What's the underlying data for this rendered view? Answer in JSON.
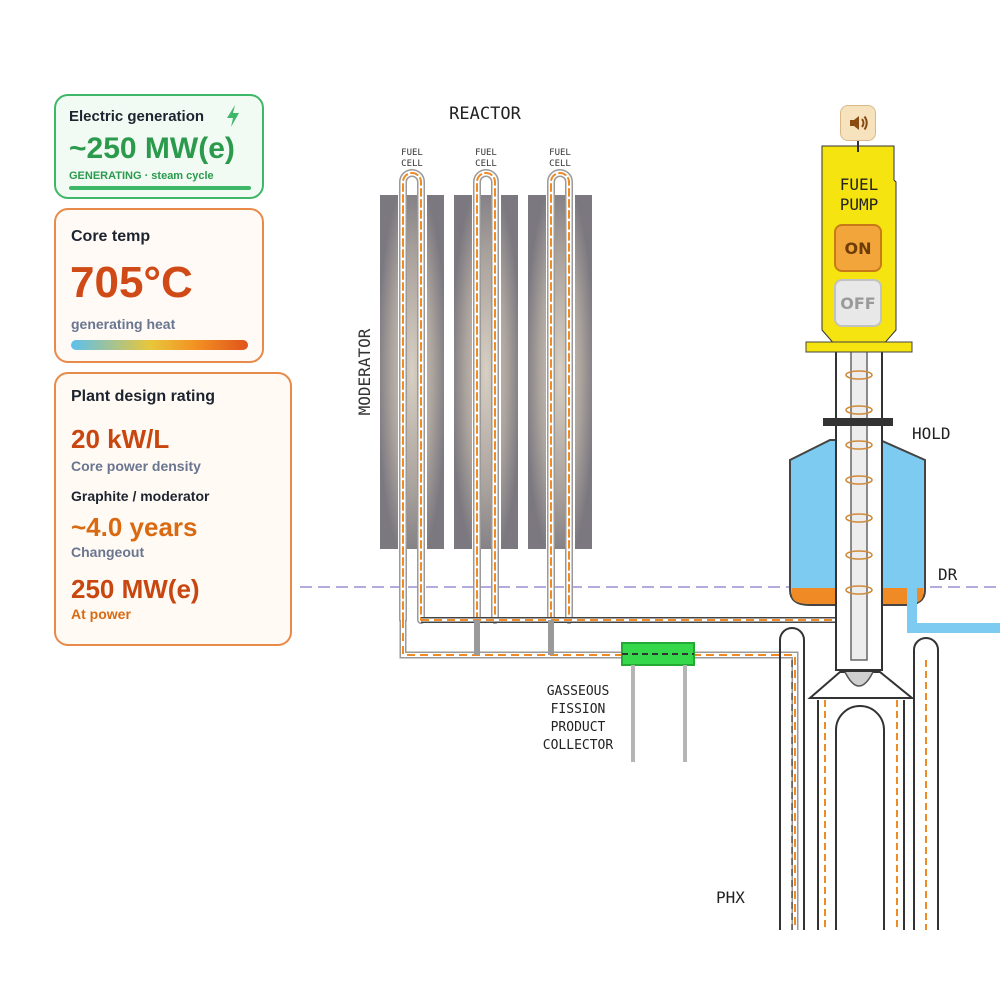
{
  "generation": {
    "label": "Electric generation",
    "value": "~250 MW(e)",
    "status": "GENERATING · steam cycle",
    "icon": "lightning-bolt-icon",
    "color": "#2c9a4d"
  },
  "core": {
    "label": "Core temp",
    "value": "705°C",
    "status": "generating heat",
    "color": "#cf4a16"
  },
  "rating": {
    "label": "Plant design rating",
    "density_value": "20 kW/L",
    "density_label": "Core power density",
    "graphite_heading": "Graphite / moderator",
    "changeout_value": "~4.0 years",
    "changeout_label": "Changeout",
    "power_value": "250 MW(e)",
    "power_label": "At power"
  },
  "diagram": {
    "reactor_label": "REACTOR",
    "moderator_label": "MODERATOR",
    "fuel_cell_line1": "FUEL",
    "fuel_cell_line2": "CELL",
    "collector_lines": [
      "GASSEOUS",
      "FISSION",
      "PRODUCT",
      "COLLECTOR"
    ],
    "hold_label": "HOLD",
    "drain_label": "DR",
    "phx_label": "PHX",
    "pump_label_line1": "FUEL",
    "pump_label_line2": "PUMP",
    "pump_on": "ON",
    "pump_off": "OFF",
    "sound_icon": "speaker-icon",
    "colors": {
      "pump_housing": "#f5e40f",
      "hold_tank": "#7ecbf1",
      "salt": "#f08a24",
      "collector": "#35d84a",
      "graphite": "#7d7a80"
    }
  }
}
